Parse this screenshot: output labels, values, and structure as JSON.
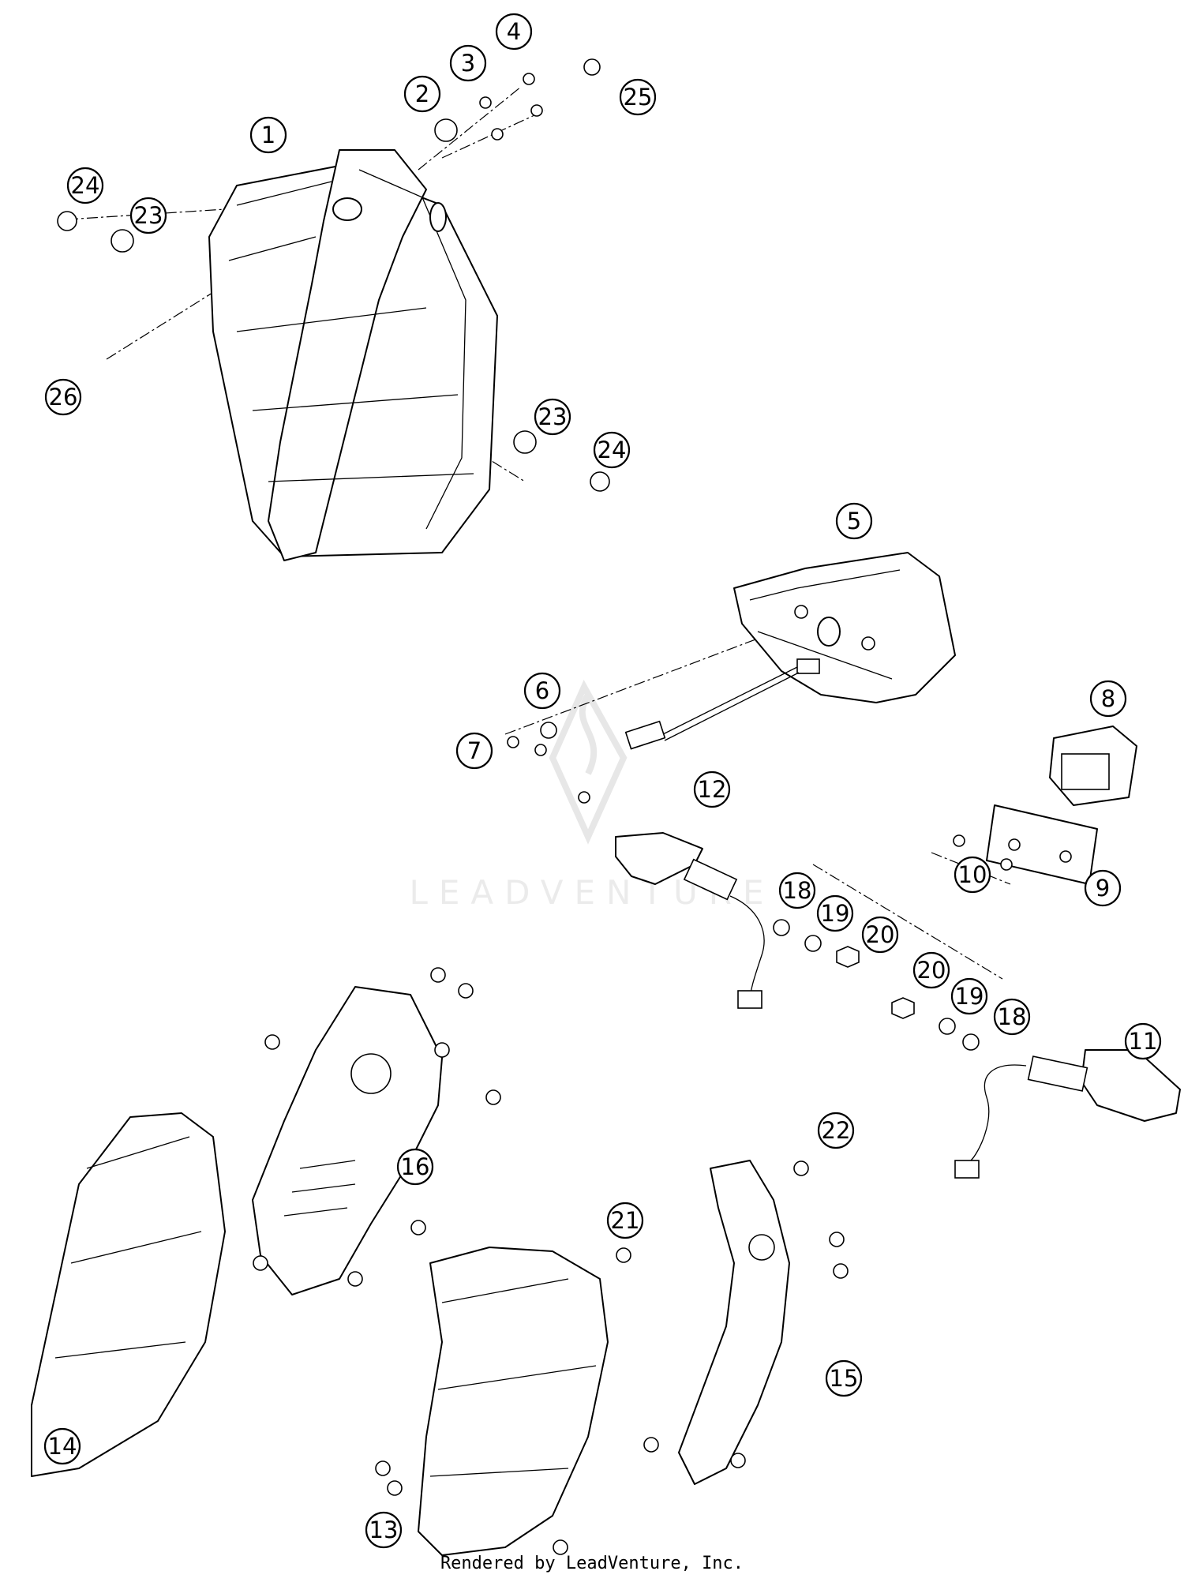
{
  "watermark": "LEADVENTURE",
  "credit": "Rendered by LeadVenture, Inc.",
  "callouts": [
    {
      "id": "c1",
      "label": "1"
    },
    {
      "id": "c2",
      "label": "2"
    },
    {
      "id": "c3",
      "label": "3"
    },
    {
      "id": "c4",
      "label": "4"
    },
    {
      "id": "c25",
      "label": "25"
    },
    {
      "id": "c24a",
      "label": "24"
    },
    {
      "id": "c23a",
      "label": "23"
    },
    {
      "id": "c26",
      "label": "26"
    },
    {
      "id": "c23b",
      "label": "23"
    },
    {
      "id": "c24b",
      "label": "24"
    },
    {
      "id": "c5",
      "label": "5"
    },
    {
      "id": "c6",
      "label": "6"
    },
    {
      "id": "c7",
      "label": "7"
    },
    {
      "id": "c8",
      "label": "8"
    },
    {
      "id": "c12",
      "label": "12"
    },
    {
      "id": "c10",
      "label": "10"
    },
    {
      "id": "c9",
      "label": "9"
    },
    {
      "id": "c18a",
      "label": "18"
    },
    {
      "id": "c19a",
      "label": "19"
    },
    {
      "id": "c20a",
      "label": "20"
    },
    {
      "id": "c20b",
      "label": "20"
    },
    {
      "id": "c19b",
      "label": "19"
    },
    {
      "id": "c18b",
      "label": "18"
    },
    {
      "id": "c11",
      "label": "11"
    },
    {
      "id": "c22",
      "label": "22"
    },
    {
      "id": "c16",
      "label": "16"
    },
    {
      "id": "c21",
      "label": "21"
    },
    {
      "id": "c15",
      "label": "15"
    },
    {
      "id": "c14",
      "label": "14"
    },
    {
      "id": "c13",
      "label": "13"
    }
  ]
}
